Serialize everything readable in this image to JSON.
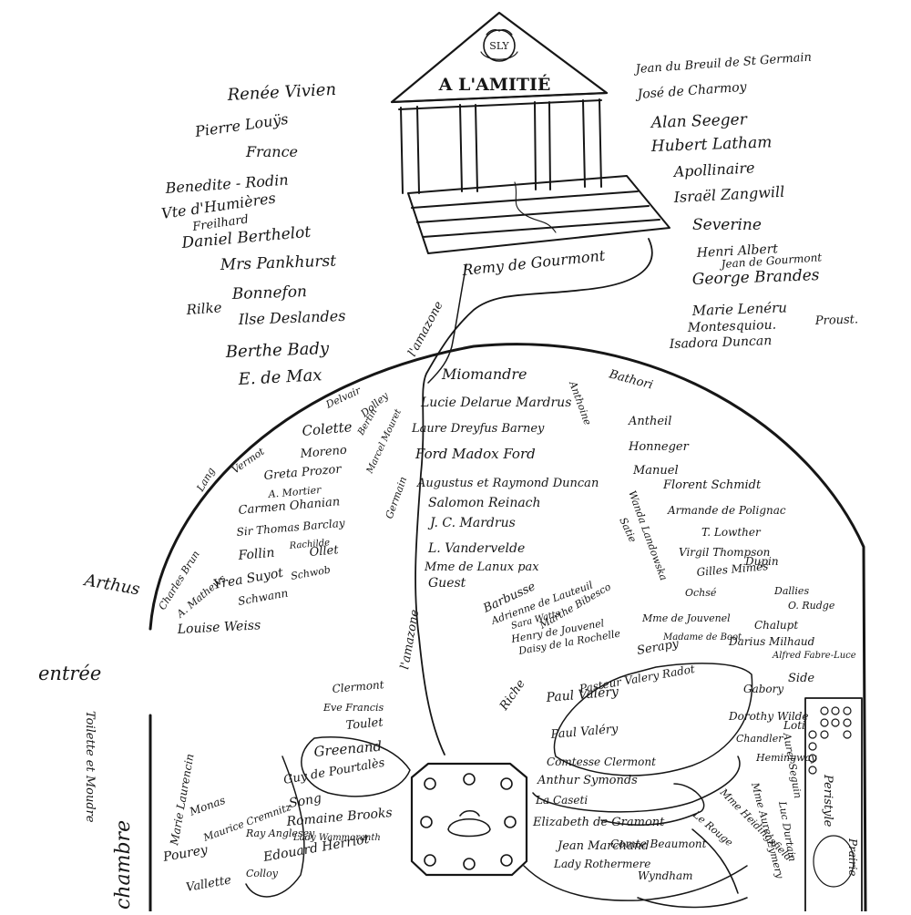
{
  "temple": {
    "inscription": "A L'AMITIÉ",
    "emblem": "SLY"
  },
  "left_names": [
    "Renée Vivien",
    "Pierre Louÿs",
    "France",
    "Benedite - Rodin",
    "Vte d'Humières",
    "Freilhard",
    "Daniel Berthelot",
    "Mrs Pankhurst",
    "Bonnefon",
    "Rilke",
    "Ilse Deslandes",
    "Berthe Bady",
    "E. de Max"
  ],
  "right_names": [
    "Jean du Breuil de St Germain",
    "José de Charmoy",
    "Alan Seeger",
    "Hubert Latham",
    "Apollinaire",
    "Israël Zangwill",
    "Severine",
    "Henri Albert",
    "Jean de Gourmont",
    "George Brandes",
    "Marie Lenéru",
    "Montesquiou.",
    "Proust.",
    "Isadora Duncan"
  ],
  "path_labels": {
    "gourmont": "Remy de Gourmont",
    "amazone_top": "l'amazone",
    "amazone_inner": "l'amazone"
  },
  "dome_names": [
    "Miomandre",
    "Lucie Delarue Mardrus",
    "Laure Dreyfus Barney",
    "Ford Madox Ford",
    "Augustus et Raymond Duncan",
    "Salomon Reinach",
    "J. C. Mardrus",
    "L. Vandervelde",
    "Mme de Lanux pax",
    "Guest",
    "Delvair",
    "Dolley",
    "Colette",
    "Moreno",
    "Greta Prozor",
    "A. Mortier",
    "Carmen Ohanian",
    "Sir Thomas Barclay",
    "Rachilde",
    "Follin",
    "Ollet",
    "Yrea Suyot",
    "Schwob",
    "Schwann",
    "Louise Weiss",
    "Charles Brun",
    "A. Mathews",
    "Lang",
    "Vermot",
    "Bertin",
    "Marcel Mouret",
    "Germain",
    "Anthoine",
    "Bathori",
    "Antheil",
    "Honneger",
    "Manuel",
    "Florent Schmidt",
    "Armande de Polignac",
    "T. Lowther",
    "Virgil Thompson",
    "Dupin",
    "Gilles Mimés",
    "Ochsé",
    "Dallies",
    "O. Rudge",
    "Chalupt",
    "Darius Milhaud",
    "Alfred Fabre-Luce",
    "Wanda Landowska",
    "Satie",
    "Barbusse",
    "Adrienne de Lauteuil",
    "Sara Watts",
    "Henry de Jouvenel",
    "Daisy de la Rochelle",
    "Mme de Jouvenel",
    "Madame de Boot"
  ],
  "lower_names": [
    "Paul Valéry",
    "Serapy",
    "Pasteur Valery Radot",
    "Gabory",
    "Dorothy Wilde",
    "Chandler",
    "Paul Valéry",
    "Comtesse Clermont",
    "Anthur Symonds",
    "La Caseti",
    "Elizabeth de Gramont",
    "Jean Marchand",
    "Lady Rothermere",
    "Comte Beaumont",
    "Wyndham",
    "Greenand",
    "Eve Francis",
    "Guy de Pourtalès",
    "Song",
    "Romaine Brooks",
    "Lady Wammoranth",
    "Monas",
    "Maurice Cremnitz",
    "Pourey",
    "Vallette",
    "Colloy",
    "Edouard Herriot",
    "Ray Anglesey",
    "Marie Laurencin",
    "Riche",
    "Marthe Bibesco",
    "Clermont",
    "Toulet",
    "Side",
    "Loti",
    "Hemingway",
    "Mme Heidingsfield",
    "Le Rouge",
    "Mme Aurel Eymery",
    "Luc Durtain",
    "Aurel Seguin"
  ],
  "margin_labels": {
    "arthus": "Arthus",
    "entree": "entrée",
    "chambre": "chambre",
    "toiletette": "Toilette et Moudre"
  },
  "garden_box": {
    "label": "Peristyle",
    "corner": "Prairie"
  }
}
